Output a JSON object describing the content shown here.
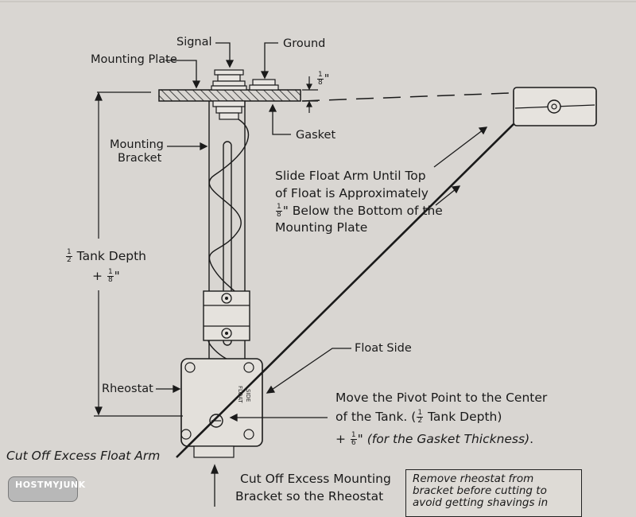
{
  "labels": {
    "signal": "Signal",
    "ground": "Ground",
    "mounting_plate": "Mounting Plate",
    "gasket": "Gasket",
    "mounting_bracket_l1": "Mounting",
    "mounting_bracket_l2": "Bracket",
    "half_tank_word": "Tank Depth",
    "plus": "+",
    "rheostat": "Rheostat",
    "float_side": "Float Side",
    "float_side_rot_1": "FLOAT",
    "float_side_rot_2": "SIDE",
    "slide_l1": "Slide Float Arm Until Top",
    "slide_l2": "of Float is Approximately",
    "slide_l3_rest": "\" Below the Bottom of the",
    "slide_l4": "Mounting Plate",
    "pivot_l1": "Move the Pivot Point to the Center",
    "pivot_l2_a": "of the Tank. (",
    "pivot_l2_b": " Tank Depth)",
    "pivot_l3_a": "+ ",
    "pivot_l3_b": "\" ",
    "pivot_l3_c": "(for the Gasket Thickness)",
    "pivot_l3_d": ".",
    "cut_float": "Cut Off Excess Float Arm",
    "cut_bracket_l1": "Cut Off Excess Mounting",
    "cut_bracket_l2": "Bracket so the Rheostat",
    "note_l1": "Remove rheostat from",
    "note_l2": "bracket before cutting to",
    "note_l3": "avoid getting shavings in",
    "quote": "\""
  },
  "fractions": {
    "one_eighth": {
      "num": "1",
      "den": "8"
    },
    "one_half": {
      "num": "1",
      "den": "2"
    },
    "one_sixth": {
      "num": "1",
      "den": "6"
    }
  },
  "watermark": {
    "text": "HOSTMYJUNK"
  },
  "colors": {
    "paper": "#d9d6d2",
    "ink": "#1a1a1a",
    "hatch": "#444444"
  }
}
